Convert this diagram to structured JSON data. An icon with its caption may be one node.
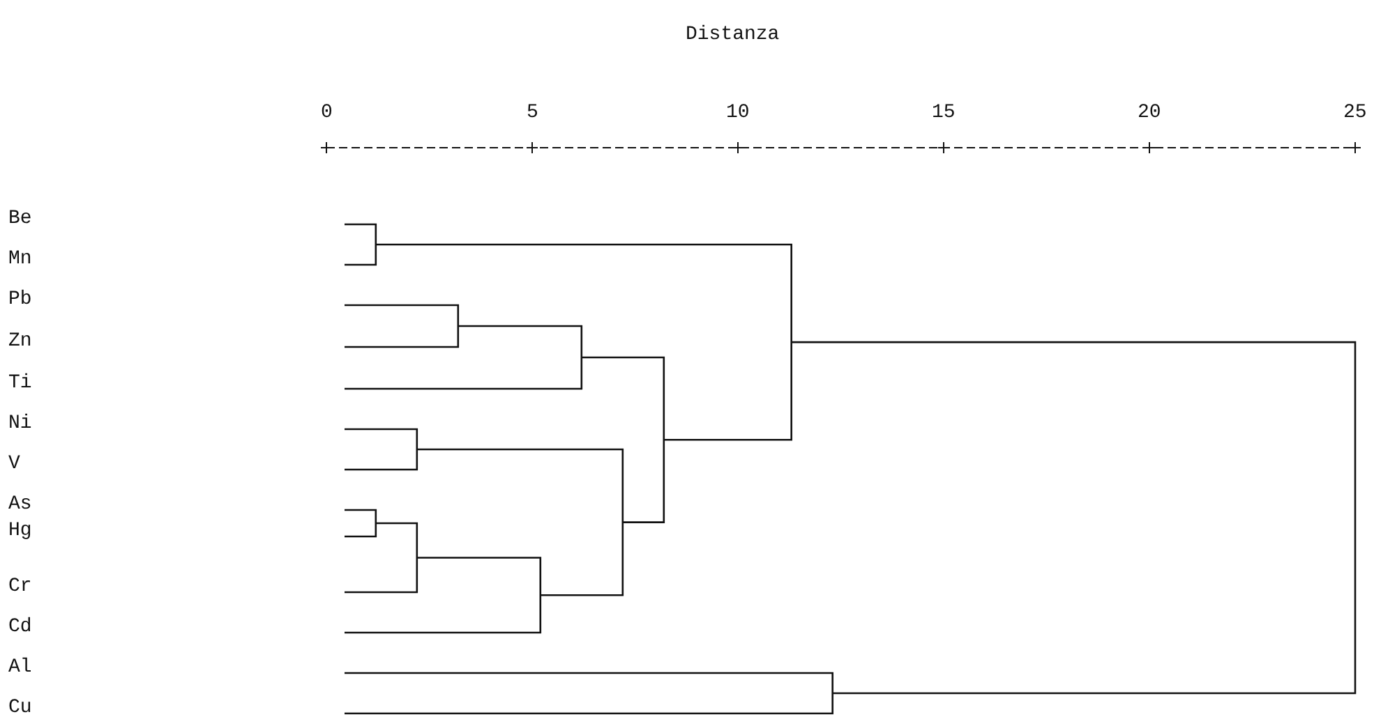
{
  "diagram": {
    "title": "Distanza",
    "labels": [
      "0",
      "5",
      "10",
      "15",
      "20",
      "25",
      "Be",
      "Mn",
      "Pb",
      "Zn",
      "Ti",
      "Ni",
      "V",
      "As",
      "Hg",
      "Cr",
      "Cd",
      "Al",
      "Cu"
    ]
  }
}
